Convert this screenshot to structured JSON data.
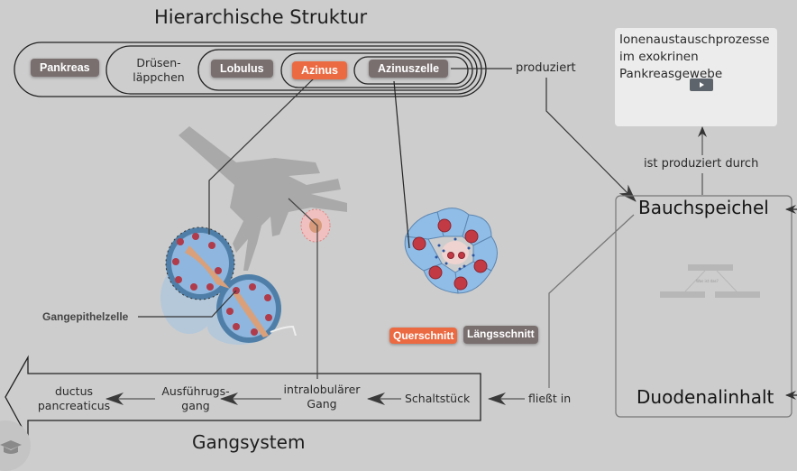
{
  "hierarchy": {
    "title": "Hierarchische Struktur",
    "levels": [
      {
        "label": "Pankreas",
        "style": "chip"
      },
      {
        "label_line1": "Drüsen-",
        "label_line2": "läppchen",
        "style": "text"
      },
      {
        "label": "Lobulus",
        "style": "chip"
      },
      {
        "label": "Azinus",
        "style": "chip-active"
      },
      {
        "label": "Azinuszelle",
        "style": "chip"
      }
    ],
    "relation_produziert": "produziert"
  },
  "illustration": {
    "duct_label": "Gangepithelzelle",
    "view_toggle": {
      "options": [
        "Querschnitt",
        "Längsschnitt"
      ],
      "selected": "Querschnitt"
    }
  },
  "video_card": {
    "title": "Ionenaustauschprozesse im exokrinen Pankreasgewebe",
    "play_icon": "play-icon"
  },
  "right_panel": {
    "relation_produced_by": "ist produziert durch",
    "top_node": "Bauchspeichel",
    "bottom_node": "Duodenalinhalt",
    "placeholder_caption": "Was ist das?"
  },
  "gangsystem": {
    "title": "Gangsystem",
    "relation_fliesst_in": "fließt in",
    "stages": [
      {
        "line1": "Schaltstück",
        "line2": ""
      },
      {
        "line1": "intralobulärer",
        "line2": "Gang"
      },
      {
        "line1": "Ausführugs-",
        "line2": "gang"
      },
      {
        "line1": "ductus",
        "line2": "pancreaticus"
      }
    ]
  },
  "colors": {
    "background": "#cdcdcd",
    "chip_gray": "#7a6f6f",
    "chip_active": "#ec6a42",
    "card": "#ececec"
  }
}
